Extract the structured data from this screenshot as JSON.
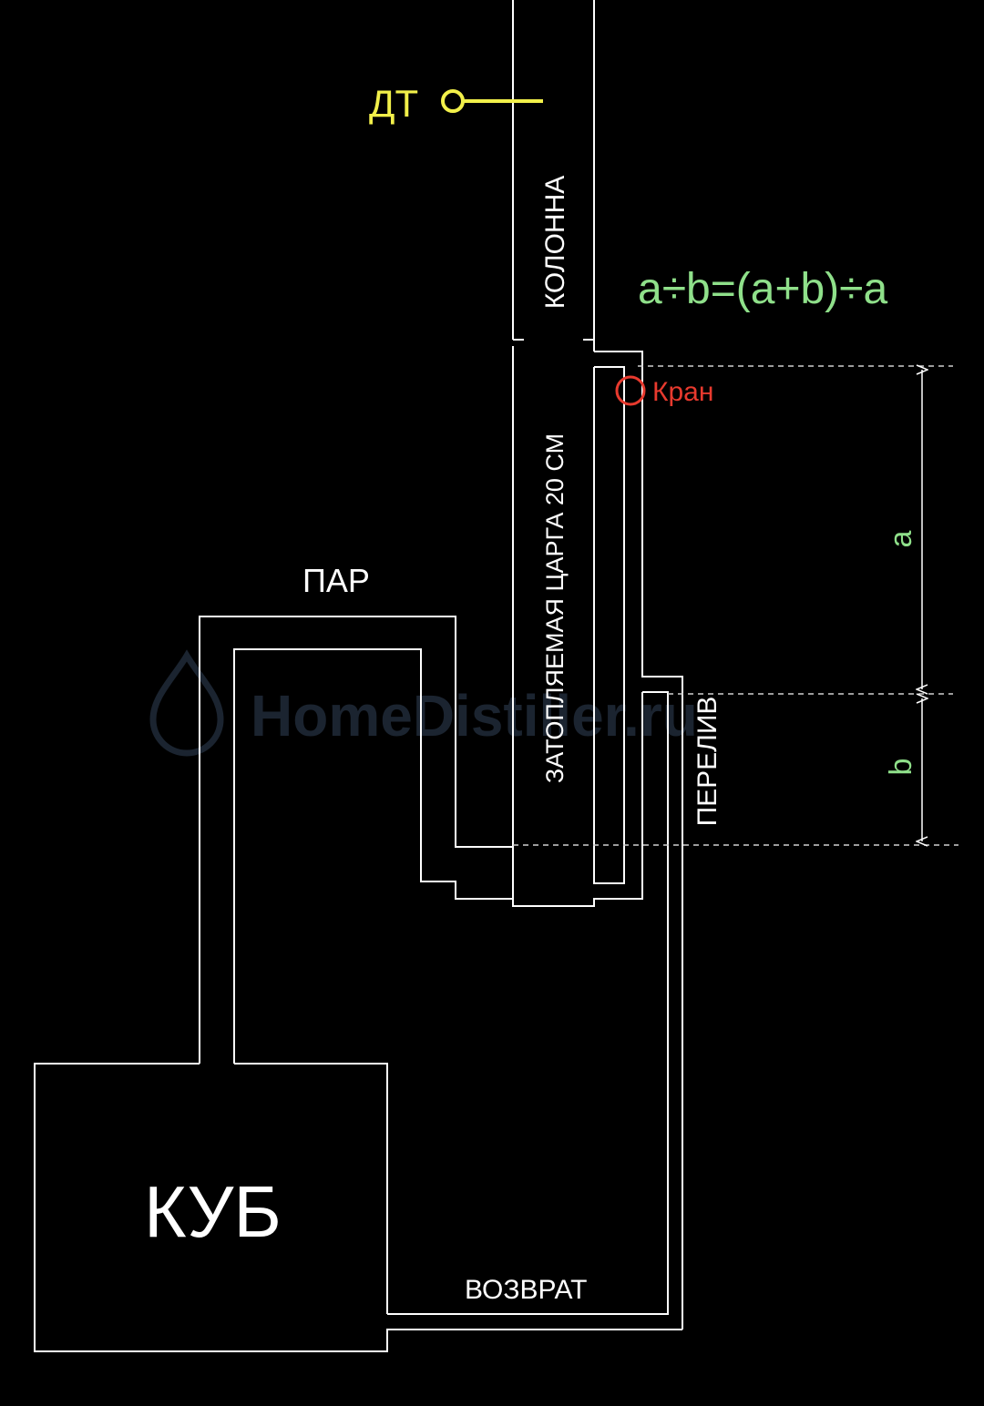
{
  "labels": {
    "dt": "ДТ",
    "column": "КОЛОННА",
    "formula": "a÷b=(a+b)÷a",
    "valve": "Кран",
    "flooded_section": "ЗАТОПЛЯЕМАЯ ЦАРГА 20 СМ",
    "a": "a",
    "b": "b",
    "steam": "ПАР",
    "overflow": "ПЕРЕЛИВ",
    "boiler": "КУБ",
    "return": "ВОЗВРАТ",
    "watermark": "HomeDistiller.ru"
  },
  "colors": {
    "background": "#000000",
    "lines": "#ffffff",
    "dt": "#f2f04a",
    "formula": "#8fe08a",
    "dimension_labels": "#8fe08a",
    "valve": "#e83a2e",
    "watermark": "#1b2430"
  }
}
